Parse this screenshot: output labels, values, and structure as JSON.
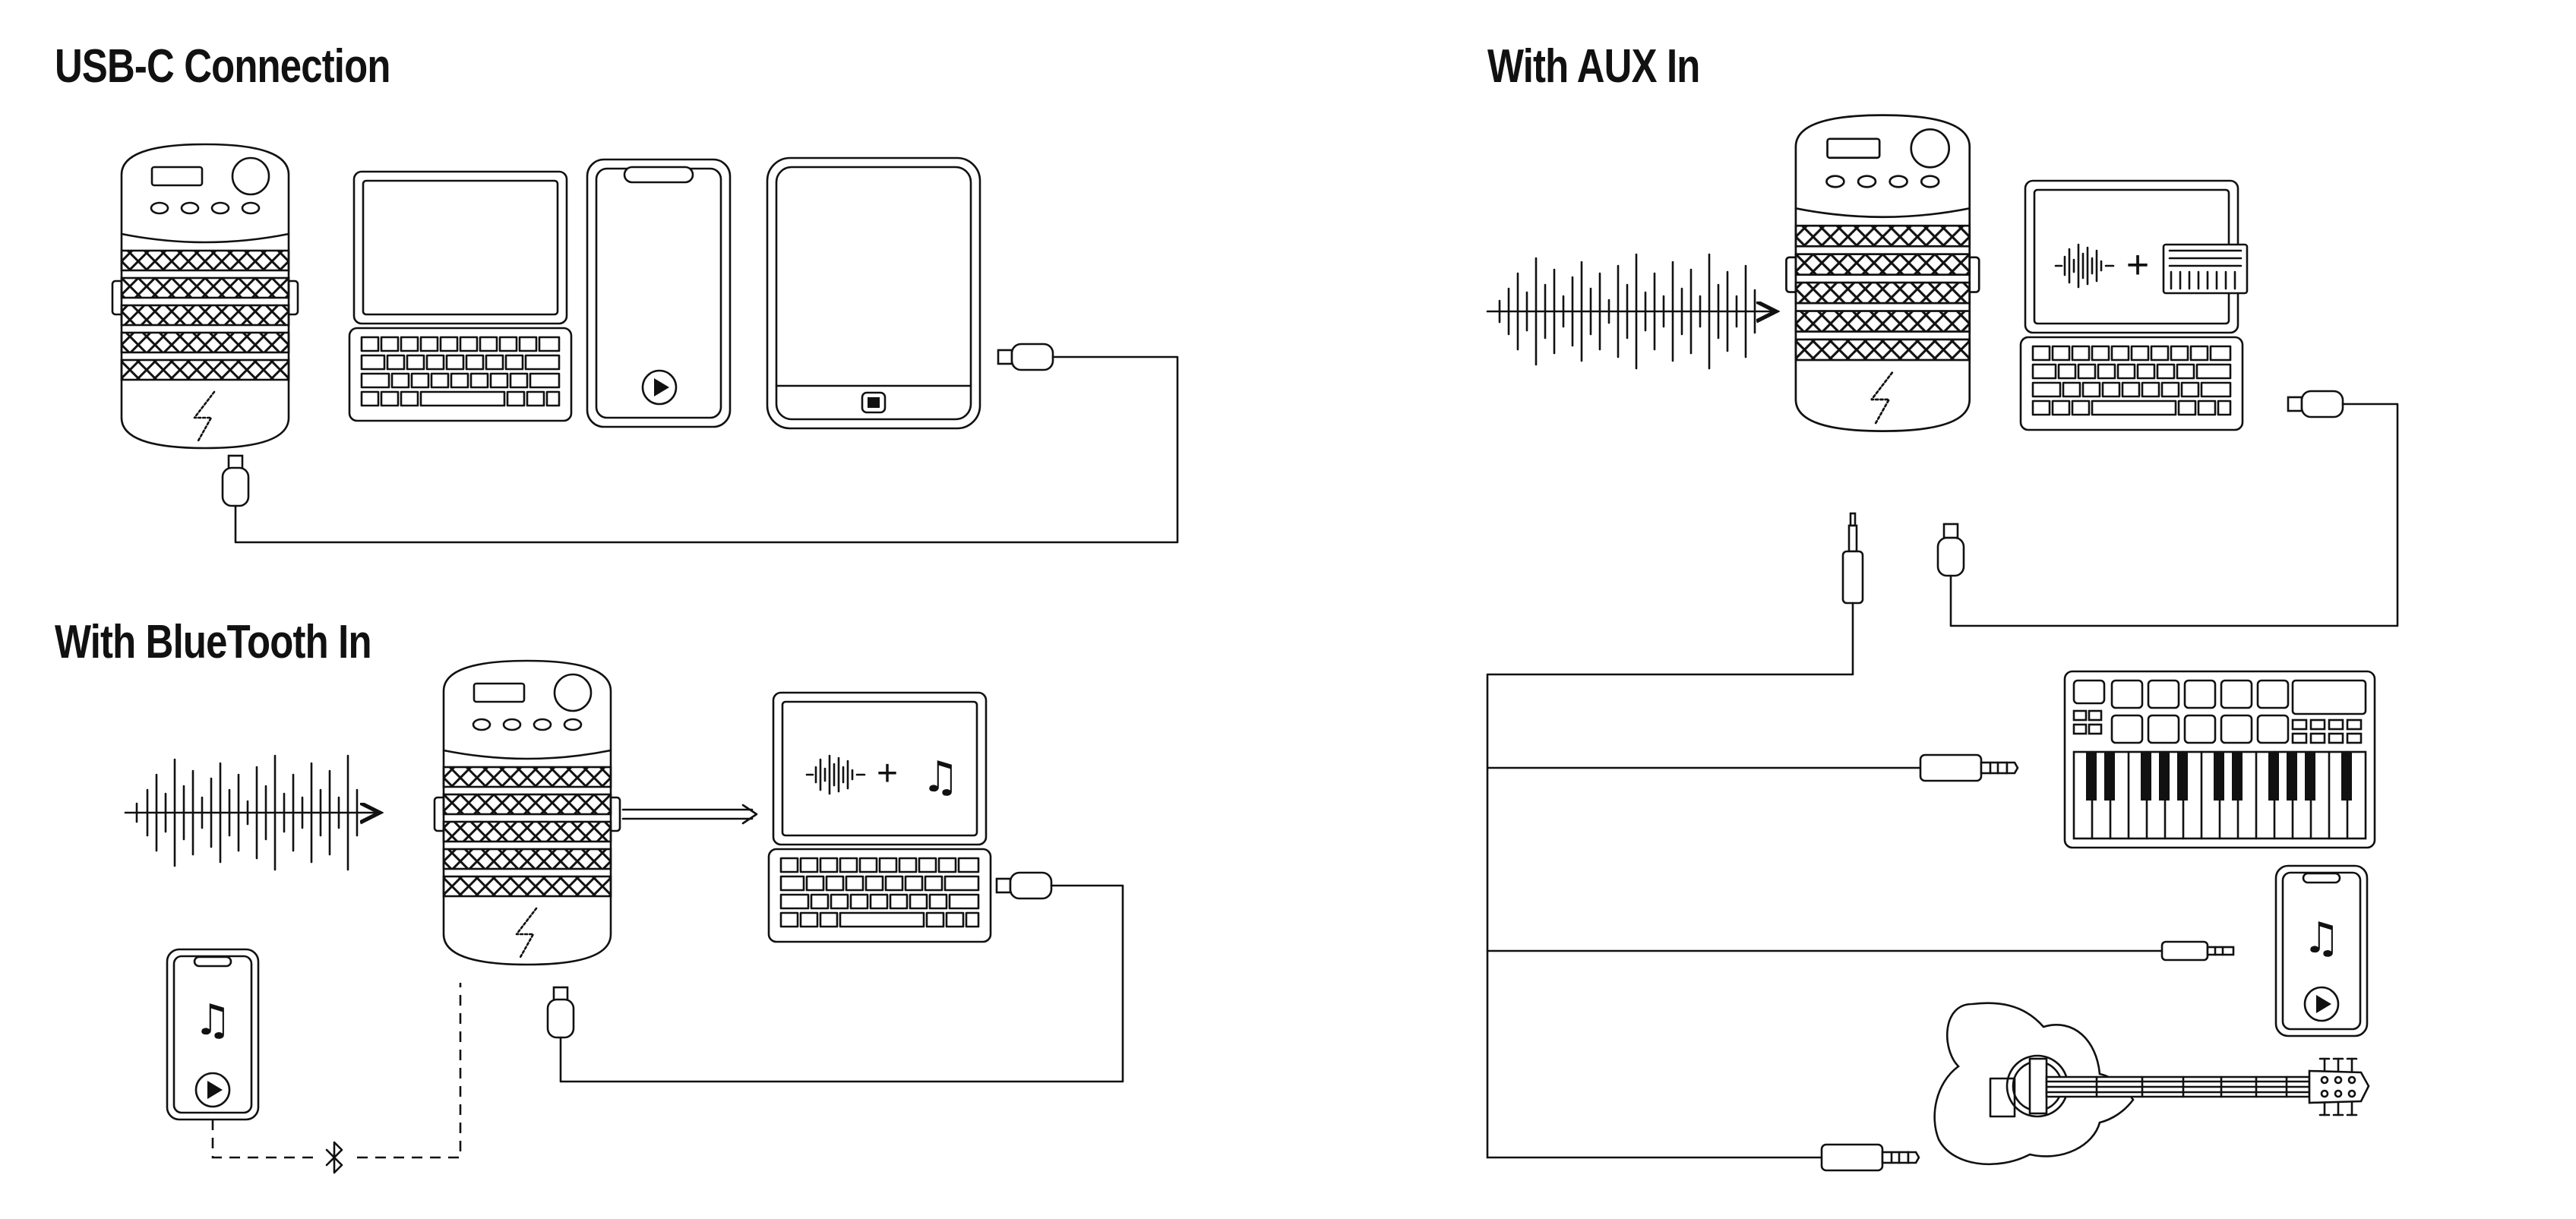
{
  "sections": {
    "usbc": {
      "title": "USB-C Connection"
    },
    "bluetooth": {
      "title": "With BlueTooth In"
    },
    "aux": {
      "title": "With AUX In"
    }
  },
  "icons": {
    "plus": "+",
    "music_note": "♫",
    "bluetooth": "bluetooth-icon",
    "play": "play-icon",
    "lightning": "lightning-bolt-icon"
  },
  "colors": {
    "line": "#111111",
    "background": "#ffffff"
  }
}
